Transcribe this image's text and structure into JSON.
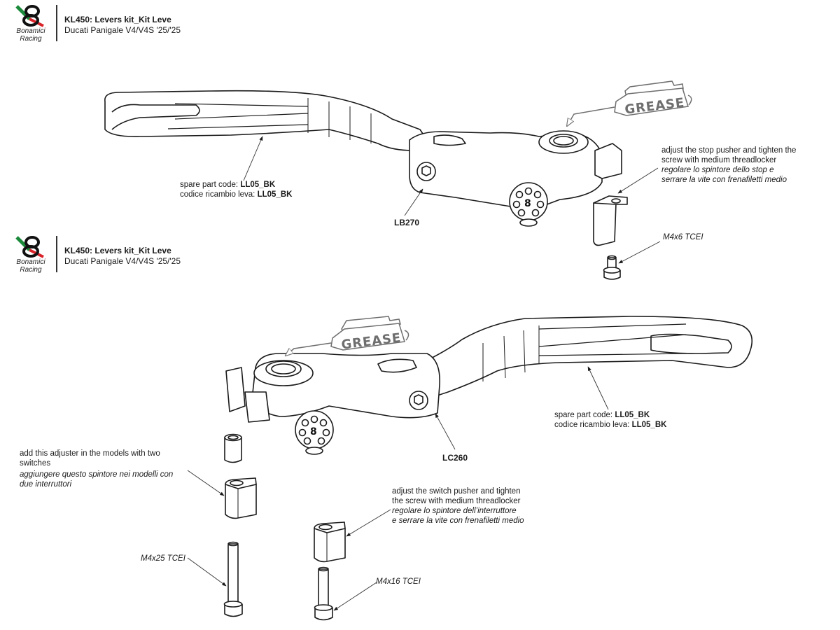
{
  "headers": [
    {
      "brand_line1": "Bonamici",
      "brand_line2": "Racing",
      "title": "KL450: Levers kit_Kit Leve",
      "subtitle": "Ducati Panigale V4/V4S '25/'25"
    },
    {
      "brand_line1": "Bonamici",
      "brand_line2": "Racing",
      "title": "KL450: Levers kit_Kit Leve",
      "subtitle": "Ducati Panigale V4/V4S '25/'25"
    }
  ],
  "brand_colors": {
    "green": "#1a8a3a",
    "red": "#d8232a",
    "black": "#111111"
  },
  "grease_label": "GREASE",
  "brake_lever": {
    "spare_part_prefix_en": "spare part code: ",
    "spare_part_code_en": "LL05_BK",
    "spare_part_prefix_it": "codice ricambio leva: ",
    "spare_part_code_it": "LL05_BK",
    "part_code": "LB270",
    "stop_note_en_1": "adjust the stop pusher and tighten the",
    "stop_note_en_2": "screw with medium threadlocker",
    "stop_note_it_1": "regolare lo spintore dello stop e",
    "stop_note_it_2": "serrare la vite con frenafiletti medio",
    "screw_label": "M4x6 TCEI"
  },
  "clutch_lever": {
    "spare_part_prefix_en": "spare part code: ",
    "spare_part_code_en": "LL05_BK",
    "spare_part_prefix_it": "codice ricambio leva: ",
    "spare_part_code_it": "LL05_BK",
    "part_code": "LC260",
    "adjuster_note_en_1": "add this adjuster in the models with two",
    "adjuster_note_en_2": "switches",
    "adjuster_note_it_1": "aggiungere questo spintore nei modelli con",
    "adjuster_note_it_2": "due interruttori",
    "switch_note_en_1": "adjust the switch pusher and tighten",
    "switch_note_en_2": "the screw with medium threadlocker",
    "switch_note_it_1": "regolare lo spintore dell’interruttore",
    "switch_note_it_2": "e serrare la vite con frenafiletti medio",
    "screw_label_long": "M4x25 TCEI",
    "screw_label_short": "M4x16 TCEI"
  }
}
